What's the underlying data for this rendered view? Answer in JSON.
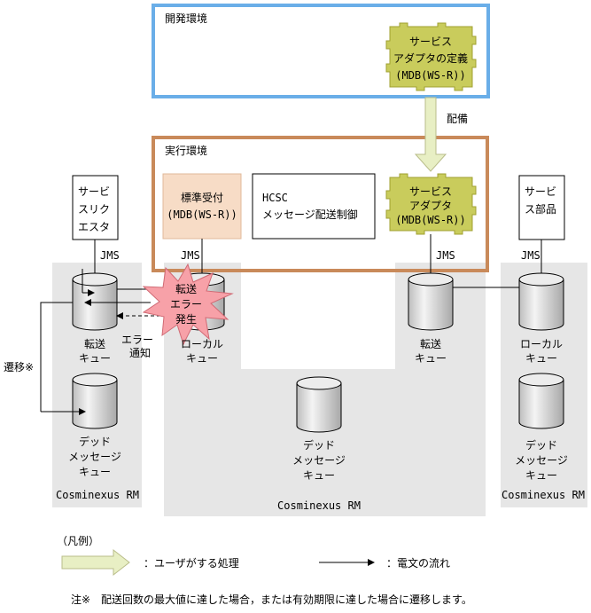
{
  "diagram": {
    "dev_env": {
      "title": "開発環境"
    },
    "exec_env": {
      "title": "実行環境"
    },
    "dev_adapter": {
      "line1": "サービス",
      "line2": "アダプタの定義",
      "line3": "(MDB(WS-R))"
    },
    "deploy_label": "配備",
    "std_receiver": {
      "line1": "標準受付",
      "line2": "(MDB(WS-R))"
    },
    "hcsc": {
      "line1": "HCSC",
      "line2": "メッセージ配送制御"
    },
    "exec_adapter": {
      "line1": "サービス",
      "line2": "アダプタ",
      "line3": "(MDB(WS-R))"
    },
    "requester": {
      "line1": "サービ",
      "line2": "スリク",
      "line3": "エスタ"
    },
    "service_part": {
      "line1": "サービ",
      "line2": "ス部品"
    },
    "jms": "JMS",
    "left_rm": {
      "label": "Cosminexus RM",
      "transfer_queue": {
        "line1": "転送",
        "line2": "キュー"
      },
      "dead_queue": {
        "line1": "デッド",
        "line2": "メッセージ",
        "line3": "キュー"
      }
    },
    "center_rm": {
      "label": "Cosminexus RM",
      "local_queue": {
        "line1": "ローカル",
        "line2": "キュー"
      },
      "transfer_queue": {
        "line1": "転送",
        "line2": "キュー"
      },
      "dead_queue": {
        "line1": "デッド",
        "line2": "メッセージ",
        "line3": "キュー"
      }
    },
    "right_rm": {
      "label": "Cosminexus RM",
      "local_queue": {
        "line1": "ローカル",
        "line2": "キュー"
      },
      "dead_queue": {
        "line1": "デッド",
        "line2": "メッセージ",
        "line3": "キュー"
      }
    },
    "error_burst": {
      "line1": "転送",
      "line2": "エラー",
      "line3": "発生"
    },
    "error_notice": {
      "line1": "エラー",
      "line2": "通知"
    },
    "transition": "遷移※"
  },
  "legend": {
    "title": "（凡例）",
    "user_action": "：ユーザがする処理",
    "message_flow": "：電文の流れ"
  },
  "note": "注※　配送回数の最大値に達した場合，または有効期限に達した場合に遷移します。",
  "colors": {
    "dev_border": "#6aaee8",
    "exec_border": "#c98a5a",
    "adapter_fill": "#c9cc5c",
    "receiver_fill": "#f7dcc6",
    "rm_fill": "#e6e6e6",
    "burst_fill": "#f7a1a8",
    "arrow_fill": "#e8efc4"
  }
}
